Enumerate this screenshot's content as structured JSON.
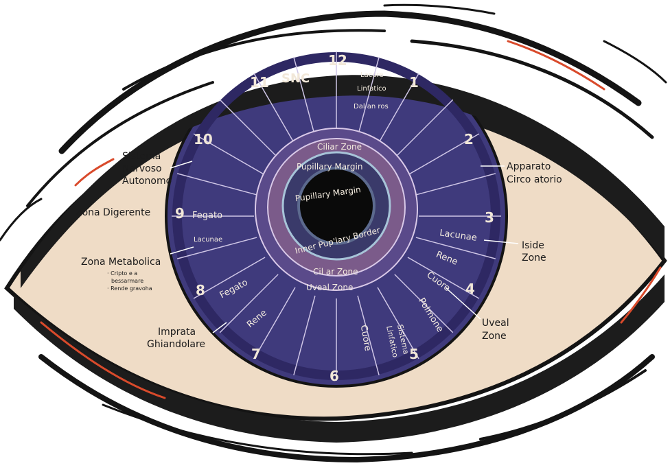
{
  "diagram": {
    "outer_labels": {
      "sistema": [
        "Sistema",
        "Nervoso",
        "Autonomo"
      ],
      "digerente": "Zona Digerente",
      "metabolica": "Zona Metabolica",
      "metabolica_notes": [
        "· Cripto e a",
        "bessarmare",
        "· Rende gravoha"
      ],
      "imprata": [
        "Imprata",
        "Ghiandolare"
      ],
      "apparato": [
        "Apparato",
        "Circo atorio"
      ],
      "iside": [
        "Iside",
        "Zone"
      ],
      "uveal": [
        "Uveal",
        "Zone"
      ]
    },
    "clock_numbers": [
      "12",
      "1",
      "2",
      "3",
      "4",
      "5",
      "6",
      "7",
      "8",
      "9",
      "10",
      "11"
    ],
    "sector_labels": {
      "snc": "SNC",
      "lacune_top": [
        "Lacure",
        "Linfatico",
        "Dal an ros"
      ],
      "fegato_left": "Fegato",
      "lacunae_left": "Lacunae",
      "fegato_low": "Fegato",
      "rene_low": "Rene",
      "cuore_bottom": "Cuore",
      "sistema_linfatico": [
        "Sistema",
        "Linfatico"
      ],
      "polmone": "Polmone",
      "cuore_right": "Cuore",
      "rene_right": "Rene",
      "lacunae_right": "Lacunae"
    },
    "ring_labels": {
      "ciliar_top": "Ciliar Zone",
      "pupillary_top": "Pupillary Margin",
      "pupillary_inner": "Pupillary Margin",
      "inner_border": "Inner Pup'lary Border",
      "ciliar_bottom": "Cil ar Zone",
      "uveal_bottom": "Uveal Zone"
    },
    "colors": {
      "sclera": "#efdcc6",
      "iris": "#3f3a7c",
      "iris_dark": "#2e2863",
      "ring": "#7b5b8a",
      "pupil": "#0a0a0a",
      "lash": "#141414",
      "accent": "#d94a2b"
    }
  }
}
